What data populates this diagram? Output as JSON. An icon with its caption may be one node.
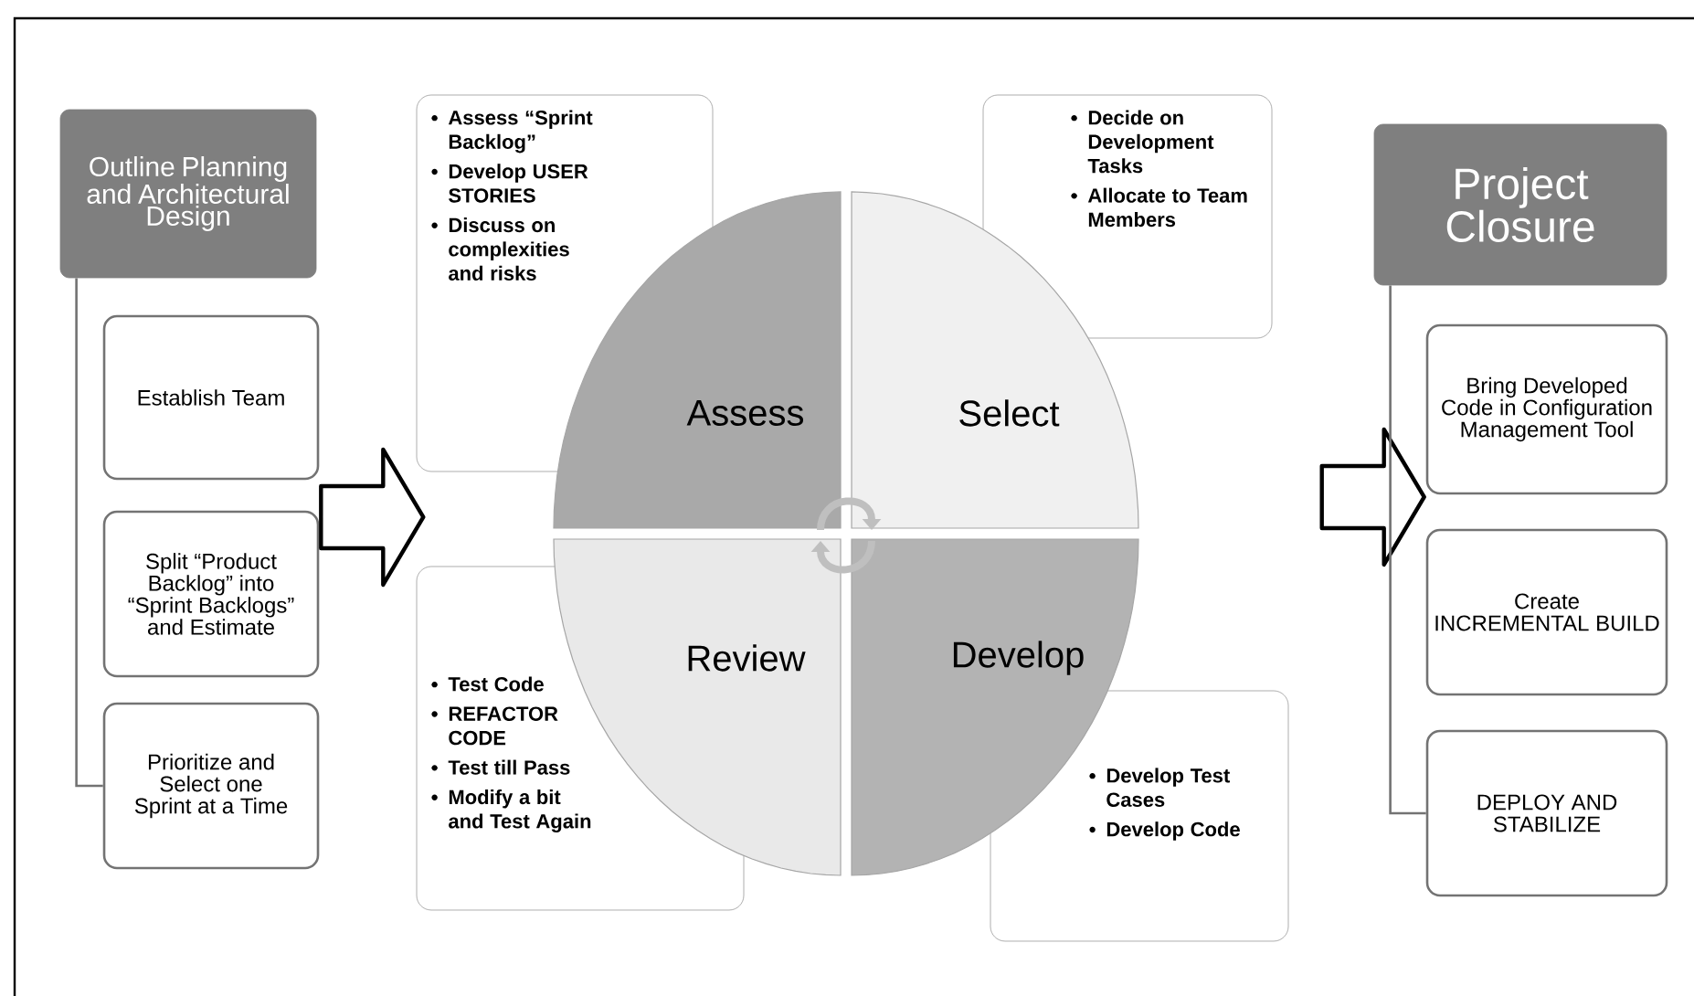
{
  "diagram": {
    "nodes": [
      {
        "text": [
          "Outline Planning and Architectural Design"
        ]
      },
      {
        "text": [
          "Establish Team"
        ]
      },
      {
        "text": [
          "Split “Product Backlog” into “Sprint Backlogs” and Estimate"
        ]
      },
      {
        "text": [
          "Prioritize and Select one Sprint at a Time"
        ]
      },
      {
        "text": [
          "Assess “Sprint Backlog”",
          "Develop USER STORIES",
          "Discuss on complexities and risks"
        ]
      },
      {
        "text": [
          "Decide on Development Tasks",
          "Allocate to Team Members"
        ]
      },
      {
        "text": [
          "Test Code",
          "REFACTOR CODE",
          "Test till Pass",
          "Modify a bit and Test Again"
        ]
      },
      {
        "text": [
          "Develop Test Cases",
          "Develop Code"
        ]
      },
      {
        "text": [
          "Assess"
        ]
      },
      {
        "text": [
          "Select"
        ]
      },
      {
        "text": [
          "Review"
        ]
      },
      {
        "text": [
          "Develop"
        ]
      },
      {
        "text": [
          "Project Closure"
        ]
      },
      {
        "text": [
          "Bring Developed Code in Configuration Management Tool"
        ]
      },
      {
        "text": [
          "Create INCREMENTAL BUILD"
        ]
      },
      {
        "text": [
          "DEPLOY AND STABILIZE"
        ]
      }
    ],
    "edges": [
      {
        "from": 0,
        "to": 3,
        "arrow": "none"
      },
      {
        "from": 2,
        "to": null,
        "arrow": "to"
      },
      {
        "from": null,
        "to": 13,
        "arrow": "to"
      },
      {
        "from": 12,
        "to": 15,
        "arrow": "none"
      },
      {
        "from": 8,
        "to": 9,
        "arrow": "to",
        "style": "thick"
      },
      {
        "from": 11,
        "to": 10,
        "arrow": "to",
        "style": "thick"
      }
    ]
  }
}
